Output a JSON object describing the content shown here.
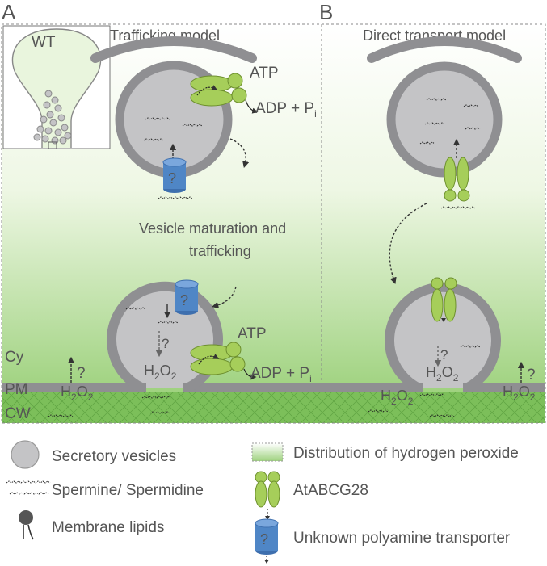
{
  "panels": {
    "a_letter": "A",
    "b_letter": "B",
    "a_title": "Trafficking model",
    "b_title": "Direct transport model"
  },
  "inset": {
    "label": "WT"
  },
  "labels": {
    "atp": "ATP",
    "adp": "ADP + P",
    "adp_sub": "i",
    "question": "?",
    "h2o2_h": "H",
    "h2o2_2a": "2",
    "h2o2_o": "O",
    "h2o2_2b": "2",
    "maturation_line1": "Vesicle maturation and",
    "maturation_line2": "trafficking"
  },
  "regions": {
    "cy": "Cy",
    "pm": "PM",
    "cw": "CW"
  },
  "legend": {
    "vesicles": "Secretory vesicles",
    "polyamines": "Spermine/ Spermidine",
    "lipids": "Membrane lipids",
    "peroxide": "Distribution of hydrogen peroxide",
    "abcg28": "AtABCG28",
    "unknown": "Unknown polyamine transporter"
  },
  "colors": {
    "membrane": "#8f8f92",
    "vesicle_fill": "#c4c4c6",
    "green_transporter": "#a6ce5a",
    "green_gradient_top": "#ffffff",
    "green_gradient_bottom": "#9fd27f",
    "cell_wall": "#7cbf5a",
    "unknown_transporter": "#4f86c6"
  }
}
